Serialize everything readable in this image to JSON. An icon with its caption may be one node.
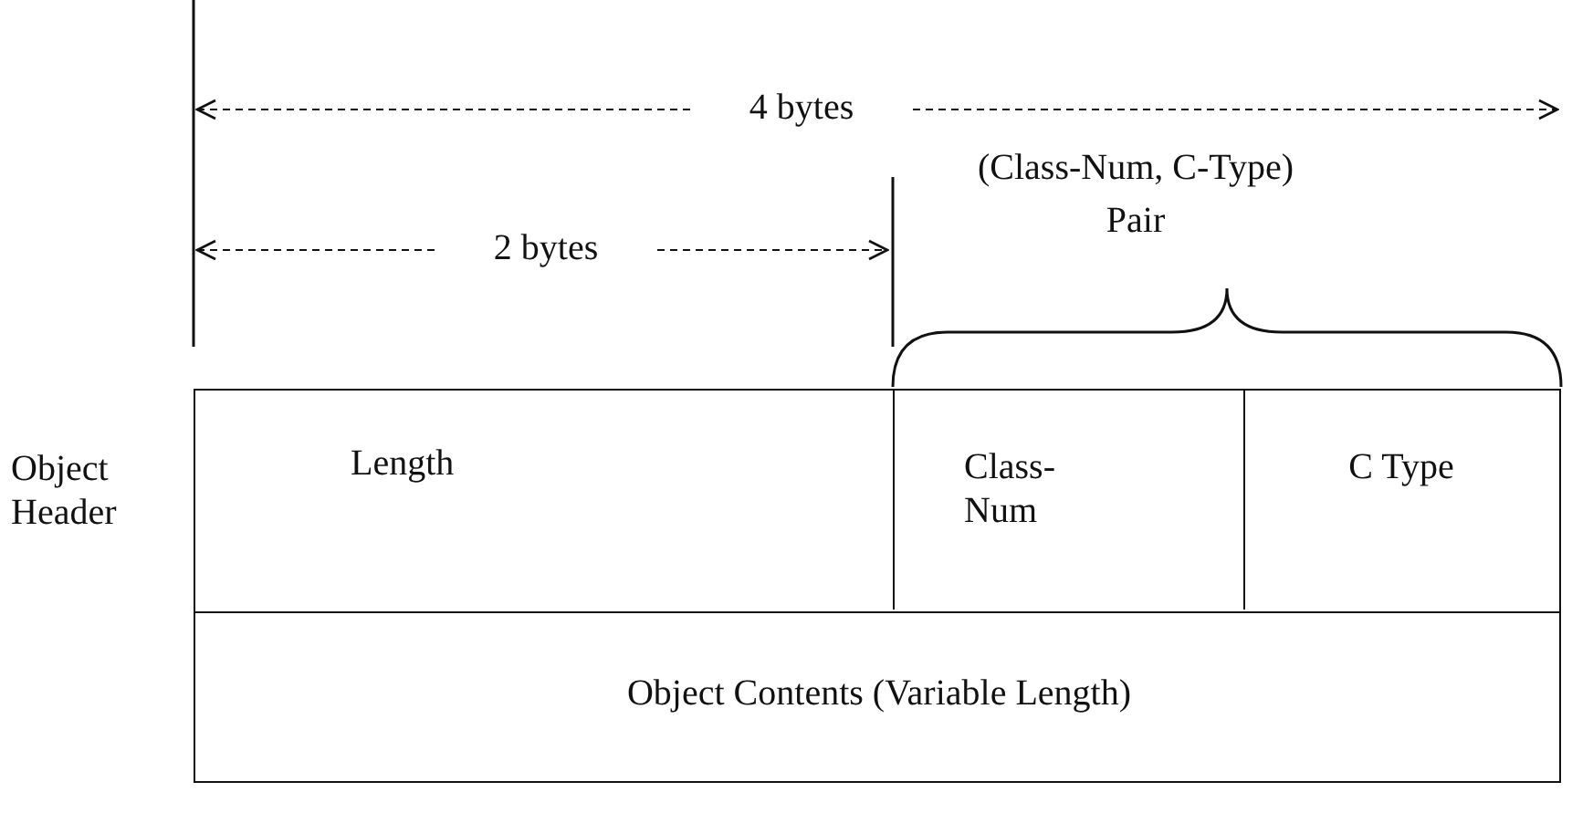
{
  "diagram": {
    "nodes": [
      {
        "text": [
          "Object Header"
        ]
      },
      {
        "text": [
          "Length"
        ],
        "in": 0
      },
      {
        "text": [
          "Class-Num"
        ],
        "in": 0
      },
      {
        "text": [
          "C Type"
        ],
        "in": 0
      },
      {
        "text": [
          "Object Contents (Variable Length)"
        ]
      }
    ],
    "labels": [
      "4 bytes",
      "(Class-Num, C-Type) Pair",
      "2 bytes"
    ]
  }
}
